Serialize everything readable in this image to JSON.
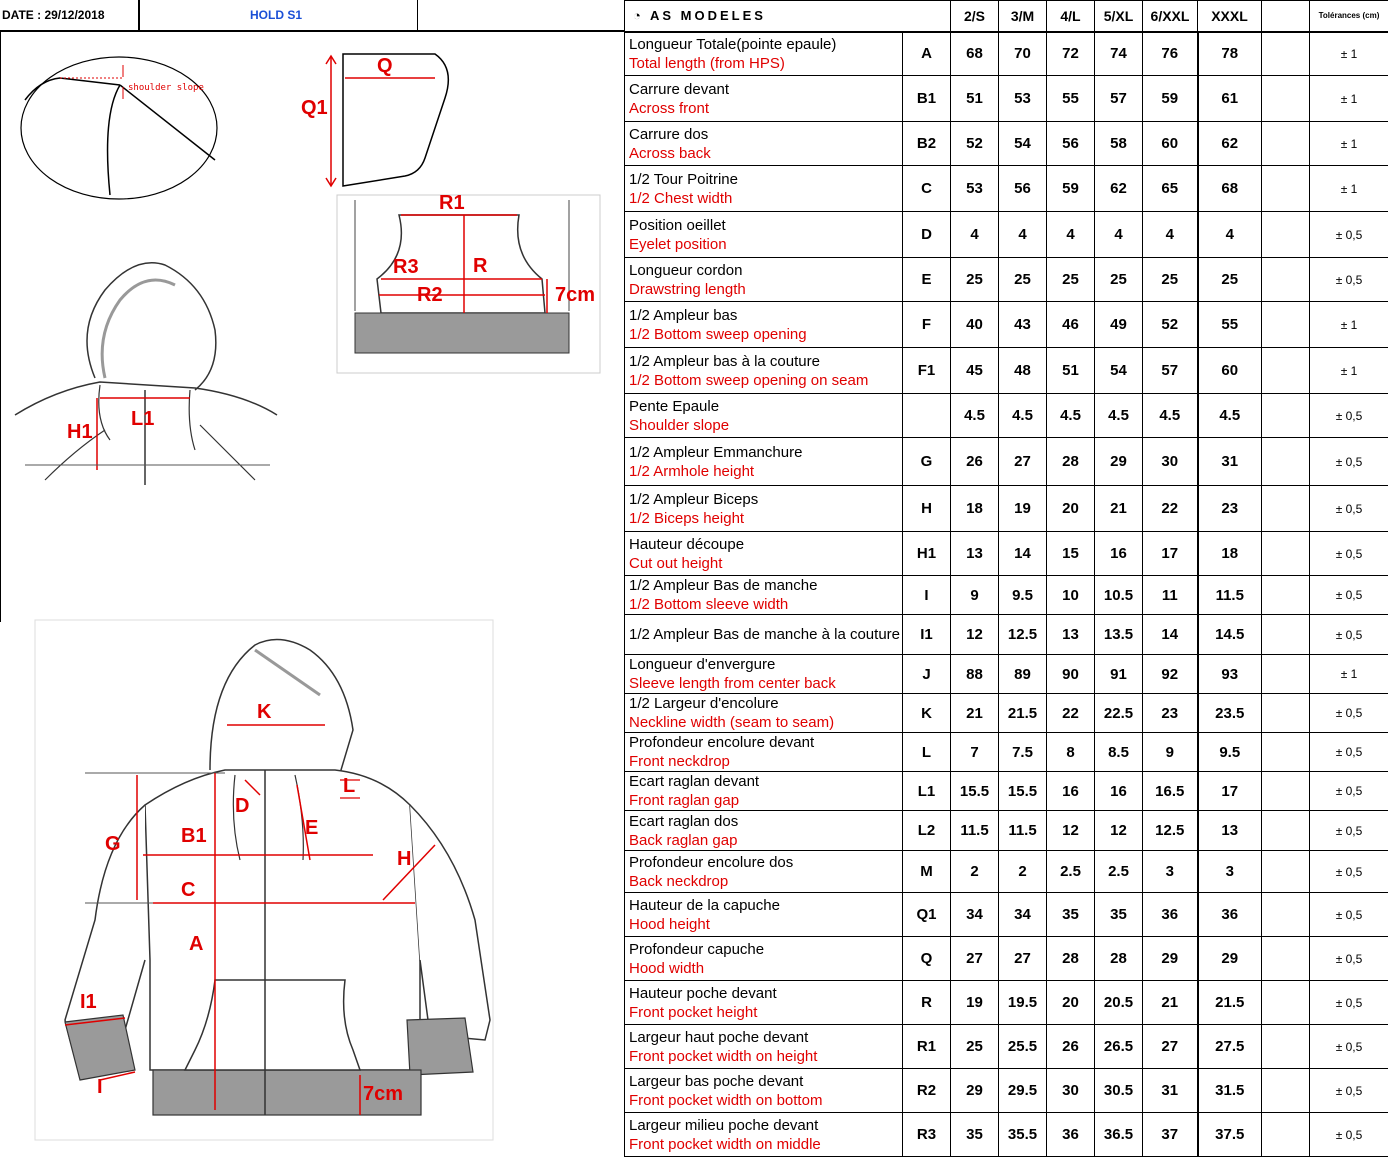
{
  "header": {
    "date": "DATE : 29/12/2018",
    "model": "HOLD S1"
  },
  "brand": "AS MODELES",
  "sizes": [
    "2/S",
    "3/M",
    "4/L",
    "5/XL",
    "6/XXL",
    "XXXL"
  ],
  "tolerance_header": "Tolérances (cm)",
  "rows": [
    {
      "fr": "Longueur Totale(pointe epaule)",
      "en": "Total length (from HPS)",
      "code": "A",
      "values": [
        "68",
        "70",
        "72",
        "74",
        "76",
        "78"
      ],
      "tol": "± 1"
    },
    {
      "fr": "Carrure devant",
      "en": "Across front",
      "code": "B1",
      "values": [
        "51",
        "53",
        "55",
        "57",
        "59",
        "61"
      ],
      "tol": "± 1"
    },
    {
      "fr": "Carrure dos",
      "en": "Across back",
      "code": "B2",
      "values": [
        "52",
        "54",
        "56",
        "58",
        "60",
        "62"
      ],
      "tol": "± 1"
    },
    {
      "fr": "1/2 Tour Poitrine",
      "en": "1/2 Chest width",
      "code": "C",
      "values": [
        "53",
        "56",
        "59",
        "62",
        "65",
        "68"
      ],
      "tol": "± 1"
    },
    {
      "fr": "Position oeillet",
      "en": "Eyelet position",
      "code": "D",
      "values": [
        "4",
        "4",
        "4",
        "4",
        "4",
        "4"
      ],
      "tol": "± 0,5"
    },
    {
      "fr": "Longueur cordon",
      "en": "Drawstring length",
      "code": "E",
      "values": [
        "25",
        "25",
        "25",
        "25",
        "25",
        "25"
      ],
      "tol": "± 0,5"
    },
    {
      "fr": "1/2 Ampleur bas",
      "en": "1/2 Bottom sweep opening",
      "code": "F",
      "values": [
        "40",
        "43",
        "46",
        "49",
        "52",
        "55"
      ],
      "tol": "± 1"
    },
    {
      "fr": "1/2 Ampleur bas à la couture",
      "en": "1/2 Bottom sweep opening on seam",
      "code": "F1",
      "values": [
        "45",
        "48",
        "51",
        "54",
        "57",
        "60"
      ],
      "tol": "± 1"
    },
    {
      "fr": "Pente Epaule",
      "en": "Shoulder slope",
      "code": "",
      "values": [
        "4.5",
        "4.5",
        "4.5",
        "4.5",
        "4.5",
        "4.5"
      ],
      "tol": "± 0,5"
    },
    {
      "fr": "1/2 Ampleur Emmanchure",
      "en": "1/2  Armhole height",
      "code": "G",
      "values": [
        "26",
        "27",
        "28",
        "29",
        "30",
        "31"
      ],
      "tol": "± 0,5"
    },
    {
      "fr": "1/2 Ampleur Biceps",
      "en": "1/2  Biceps height",
      "code": "H",
      "values": [
        "18",
        "19",
        "20",
        "21",
        "22",
        "23"
      ],
      "tol": "± 0,5"
    },
    {
      "fr": "Hauteur découpe",
      "en": "Cut out height",
      "code": "H1",
      "values": [
        "13",
        "14",
        "15",
        "16",
        "17",
        "18"
      ],
      "tol": "± 0,5"
    },
    {
      "fr": "1/2 Ampleur Bas de manche",
      "en": "1/2  Bottom sleeve width",
      "code": "I",
      "values": [
        "9",
        "9.5",
        "10",
        "10.5",
        "11",
        "11.5"
      ],
      "tol": "± 0,5"
    },
    {
      "fr": "1/2 Ampleur Bas de manche à la couture",
      "en": "",
      "code": "I1",
      "values": [
        "12",
        "12.5",
        "13",
        "13.5",
        "14",
        "14.5"
      ],
      "tol": "± 0,5"
    },
    {
      "fr": " Longueur d'envergure",
      "en": "Sleeve length from center back",
      "code": "J",
      "values": [
        "88",
        "89",
        "90",
        "91",
        "92",
        "93"
      ],
      "tol": "± 1"
    },
    {
      "fr": "1/2  Largeur d'encolure",
      "en": "Neckline width (seam to seam)",
      "code": "K",
      "values": [
        "21",
        "21.5",
        "22",
        "22.5",
        "23",
        "23.5"
      ],
      "tol": "± 0,5"
    },
    {
      "fr": "Profondeur encolure devant",
      "en": "Front neckdrop",
      "code": "L",
      "values": [
        "7",
        "7.5",
        "8",
        "8.5",
        "9",
        "9.5"
      ],
      "tol": "± 0,5"
    },
    {
      "fr": "Ecart raglan devant",
      "en": "Front raglan gap",
      "code": "L1",
      "values": [
        "15.5",
        "15.5",
        "16",
        "16",
        "16.5",
        "17"
      ],
      "tol": "± 0,5"
    },
    {
      "fr": "Ecart raglan dos",
      "en": "Back raglan gap",
      "code": "L2",
      "values": [
        "11.5",
        "11.5",
        "12",
        "12",
        "12.5",
        "13"
      ],
      "tol": "± 0,5"
    },
    {
      "fr": "Profondeur encolure dos",
      "en": "Back neckdrop",
      "code": "M",
      "values": [
        "2",
        "2",
        "2.5",
        "2.5",
        "3",
        "3"
      ],
      "tol": "± 0,5"
    },
    {
      "fr": "Hauteur de la capuche",
      "en": "Hood height",
      "code": "Q1",
      "values": [
        "34",
        "34",
        "35",
        "35",
        "36",
        "36"
      ],
      "tol": "± 0,5"
    },
    {
      "fr": "Profondeur capuche",
      "en": "Hood width",
      "code": "Q",
      "values": [
        "27",
        "27",
        "28",
        "28",
        "29",
        "29"
      ],
      "tol": "± 0,5"
    },
    {
      "fr": "Hauteur poche devant",
      "en": "Front pocket height",
      "code": "R",
      "values": [
        "19",
        "19.5",
        "20",
        "20.5",
        "21",
        "21.5"
      ],
      "tol": "± 0,5"
    },
    {
      "fr": "Largeur haut poche devant",
      "en": "Front pocket width on height",
      "code": "R1",
      "values": [
        "25",
        "25.5",
        "26",
        "26.5",
        "27",
        "27.5"
      ],
      "tol": "± 0,5"
    },
    {
      "fr": "Largeur bas poche devant",
      "en": "Front pocket width on bottom",
      "code": "R2",
      "values": [
        "29",
        "29.5",
        "30",
        "30.5",
        "31",
        "31.5"
      ],
      "tol": "± 0,5"
    },
    {
      "fr": "Largeur milieu poche devant",
      "en": "Front pocket width on middle",
      "code": "R3",
      "values": [
        "35",
        "35.5",
        "36",
        "36.5",
        "37",
        "37.5"
      ],
      "tol": "± 0,5"
    }
  ],
  "drawing_labels": {
    "shoulder_slope": "shoulder slope",
    "q": "Q",
    "q1": "Q1",
    "r1": "R1",
    "r": "R",
    "r2": "R2",
    "r3": "R3",
    "rib_pocket": "7cm",
    "h1": "H1",
    "l1": "L1",
    "k": "K",
    "l": "L",
    "d": "D",
    "e": "E",
    "g": "G",
    "b1": "B1",
    "h": "H",
    "c": "C",
    "a": "A",
    "i1": "I1",
    "i": "I",
    "rib_body": "7cm"
  }
}
